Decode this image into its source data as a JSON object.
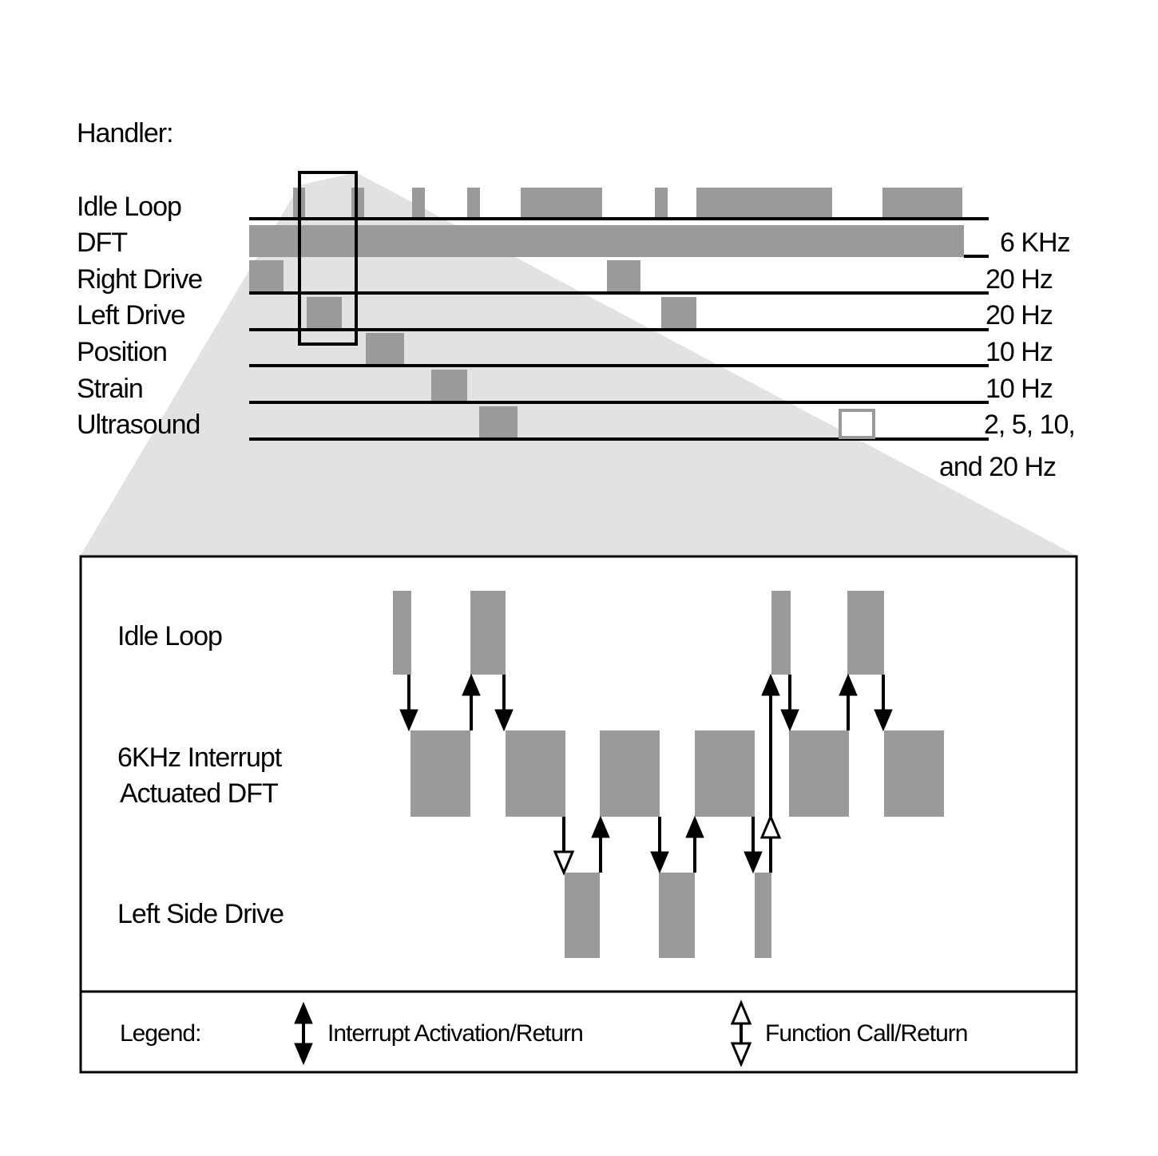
{
  "top": {
    "heading": "Handler:",
    "rows": [
      {
        "label": "Idle Loop",
        "rate": ""
      },
      {
        "label": "DFT",
        "rate": "6 KHz"
      },
      {
        "label": "Right Drive",
        "rate": "20 Hz"
      },
      {
        "label": "Left Drive",
        "rate": "20 Hz"
      },
      {
        "label": "Position",
        "rate": "10 Hz"
      },
      {
        "label": "Strain",
        "rate": "10 Hz"
      },
      {
        "label": "Ultrasound",
        "rate": "2, 5, 10,"
      }
    ],
    "ultrasound_rate_line2": "and 20 Hz"
  },
  "detail": {
    "rows": [
      {
        "label": "Idle Loop"
      },
      {
        "label_line1": "6KHz Interrupt",
        "label_line2": "Actuated DFT"
      },
      {
        "label": "Left Side Drive"
      }
    ]
  },
  "legend": {
    "title": "Legend:",
    "interrupt": "Interrupt Activation/Return",
    "function": "Function Call/Return"
  },
  "colors": {
    "block": "#9a9a9a",
    "projection": "#e2e2e2"
  }
}
